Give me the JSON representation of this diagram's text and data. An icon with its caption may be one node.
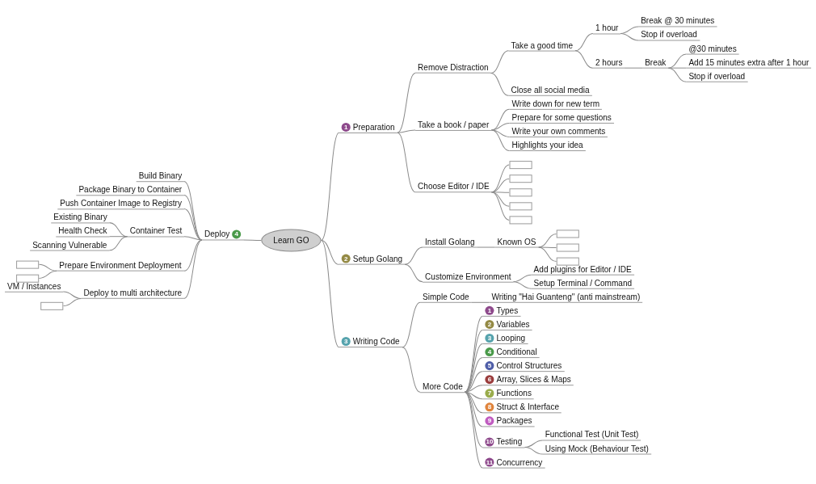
{
  "diagram": {
    "nodes": [
      {
        "text": [
          "Learn GO"
        ]
      },
      {
        "text": [
          "1",
          "Preparation"
        ]
      },
      {
        "text": [
          "Remove Distraction"
        ]
      },
      {
        "text": [
          "Take a good time"
        ]
      },
      {
        "text": [
          "1 hour"
        ]
      },
      {
        "text": [
          "Break @ 30 minutes"
        ]
      },
      {
        "text": [
          "Stop if overload"
        ]
      },
      {
        "text": [
          "2 hours"
        ]
      },
      {
        "text": [
          "Break"
        ]
      },
      {
        "text": [
          "@30 minutes"
        ]
      },
      {
        "text": [
          "Add 15 minutes extra after 1 hour"
        ]
      },
      {
        "text": [
          "Stop if overload"
        ]
      },
      {
        "text": [
          "Close all social media"
        ]
      },
      {
        "text": [
          "Take a book / paper"
        ]
      },
      {
        "text": [
          "Write down for new term"
        ]
      },
      {
        "text": [
          "Prepare for some questions"
        ]
      },
      {
        "text": [
          "Write your own comments"
        ]
      },
      {
        "text": [
          "Highlights your idea"
        ]
      },
      {
        "text": [
          "Choose Editor / IDE"
        ]
      },
      {
        "text": [],
        "shape": "box"
      },
      {
        "text": [],
        "shape": "box"
      },
      {
        "text": [],
        "shape": "box"
      },
      {
        "text": [],
        "shape": "box"
      },
      {
        "text": [],
        "shape": "box"
      },
      {
        "text": [
          "2",
          "Setup Golang"
        ]
      },
      {
        "text": [
          "Install Golang"
        ]
      },
      {
        "text": [
          "Known OS"
        ]
      },
      {
        "text": [],
        "shape": "box"
      },
      {
        "text": [],
        "shape": "box"
      },
      {
        "text": [],
        "shape": "box"
      },
      {
        "text": [
          "Customize Environment"
        ]
      },
      {
        "text": [
          "Add plugins for Editor / IDE"
        ]
      },
      {
        "text": [
          "Setup Terminal / Command"
        ]
      },
      {
        "text": [
          "3",
          "Writing Code"
        ]
      },
      {
        "text": [
          "Simple Code"
        ]
      },
      {
        "text": [
          "Writing \"Hai Guanteng\" (anti mainstream)"
        ]
      },
      {
        "text": [
          "More Code"
        ]
      },
      {
        "text": [
          "1",
          "Types"
        ]
      },
      {
        "text": [
          "2",
          "Variables"
        ]
      },
      {
        "text": [
          "3",
          "Looping"
        ]
      },
      {
        "text": [
          "4",
          "Conditional"
        ]
      },
      {
        "text": [
          "5",
          "Control Structures"
        ]
      },
      {
        "text": [
          "6",
          "Array, Slices & Maps"
        ]
      },
      {
        "text": [
          "7",
          "Functions"
        ]
      },
      {
        "text": [
          "8",
          "Struct & Interface"
        ]
      },
      {
        "text": [
          "9",
          "Packages"
        ]
      },
      {
        "text": [
          "10",
          "Testing"
        ]
      },
      {
        "text": [
          "Functional Test (Unit Test)"
        ]
      },
      {
        "text": [
          "Using Mock (Behaviour Test)"
        ]
      },
      {
        "text": [
          "11",
          "Concurrency"
        ]
      },
      {
        "text": [
          "Deploy",
          "4"
        ]
      },
      {
        "text": [
          "Build Binary"
        ]
      },
      {
        "text": [
          "Package Binary to Container"
        ]
      },
      {
        "text": [
          "Push Container Image to Registry"
        ]
      },
      {
        "text": [
          "Container Test"
        ]
      },
      {
        "text": [
          "Existing Binary"
        ]
      },
      {
        "text": [
          "Health Check"
        ]
      },
      {
        "text": [
          "Scanning Vulnerable"
        ]
      },
      {
        "text": [
          "Prepare Environment Deployment"
        ]
      },
      {
        "text": [],
        "shape": "box"
      },
      {
        "text": [],
        "shape": "box"
      },
      {
        "text": [
          "Deploy to multi architecture"
        ]
      },
      {
        "text": [
          "VM / Instances"
        ]
      },
      {
        "text": [],
        "shape": "box"
      }
    ],
    "edges": [
      {
        "from": 0,
        "to": 1,
        "arrow": "none"
      },
      {
        "from": 1,
        "to": 2,
        "arrow": "none"
      },
      {
        "from": 2,
        "to": 3,
        "arrow": "none"
      },
      {
        "from": 3,
        "to": 4,
        "arrow": "none"
      },
      {
        "from": 4,
        "to": 5,
        "arrow": "none"
      },
      {
        "from": 4,
        "to": 6,
        "arrow": "none"
      },
      {
        "from": 3,
        "to": 7,
        "arrow": "none"
      },
      {
        "from": 7,
        "to": 8,
        "arrow": "none"
      },
      {
        "from": 8,
        "to": 9,
        "arrow": "none"
      },
      {
        "from": 8,
        "to": 10,
        "arrow": "none"
      },
      {
        "from": 8,
        "to": 11,
        "arrow": "none"
      },
      {
        "from": 2,
        "to": 12,
        "arrow": "none"
      },
      {
        "from": 1,
        "to": 13,
        "arrow": "none"
      },
      {
        "from": 13,
        "to": 14,
        "arrow": "none"
      },
      {
        "from": 13,
        "to": 15,
        "arrow": "none"
      },
      {
        "from": 13,
        "to": 16,
        "arrow": "none"
      },
      {
        "from": 13,
        "to": 17,
        "arrow": "none"
      },
      {
        "from": 1,
        "to": 18,
        "arrow": "none"
      },
      {
        "from": 18,
        "to": 19,
        "arrow": "none"
      },
      {
        "from": 18,
        "to": 20,
        "arrow": "none"
      },
      {
        "from": 18,
        "to": 21,
        "arrow": "none"
      },
      {
        "from": 18,
        "to": 22,
        "arrow": "none"
      },
      {
        "from": 18,
        "to": 23,
        "arrow": "none"
      },
      {
        "from": 0,
        "to": 24,
        "arrow": "none"
      },
      {
        "from": 24,
        "to": 25,
        "arrow": "none"
      },
      {
        "from": 25,
        "to": 26,
        "arrow": "none"
      },
      {
        "from": 26,
        "to": 27,
        "arrow": "none"
      },
      {
        "from": 26,
        "to": 28,
        "arrow": "none"
      },
      {
        "from": 26,
        "to": 29,
        "arrow": "none"
      },
      {
        "from": 24,
        "to": 30,
        "arrow": "none"
      },
      {
        "from": 30,
        "to": 31,
        "arrow": "none"
      },
      {
        "from": 30,
        "to": 32,
        "arrow": "none"
      },
      {
        "from": 0,
        "to": 33,
        "arrow": "none"
      },
      {
        "from": 33,
        "to": 34,
        "arrow": "none"
      },
      {
        "from": 34,
        "to": 35,
        "arrow": "none"
      },
      {
        "from": 33,
        "to": 36,
        "arrow": "none"
      },
      {
        "from": 36,
        "to": 37,
        "arrow": "none"
      },
      {
        "from": 36,
        "to": 38,
        "arrow": "none"
      },
      {
        "from": 36,
        "to": 39,
        "arrow": "none"
      },
      {
        "from": 36,
        "to": 40,
        "arrow": "none"
      },
      {
        "from": 36,
        "to": 41,
        "arrow": "none"
      },
      {
        "from": 36,
        "to": 42,
        "arrow": "none"
      },
      {
        "from": 36,
        "to": 43,
        "arrow": "none"
      },
      {
        "from": 36,
        "to": 44,
        "arrow": "none"
      },
      {
        "from": 36,
        "to": 45,
        "arrow": "none"
      },
      {
        "from": 36,
        "to": 46,
        "arrow": "none"
      },
      {
        "from": 46,
        "to": 47,
        "arrow": "none"
      },
      {
        "from": 46,
        "to": 48,
        "arrow": "none"
      },
      {
        "from": 36,
        "to": 49,
        "arrow": "none"
      },
      {
        "from": 50,
        "to": 0,
        "arrow": "none"
      },
      {
        "from": 51,
        "to": 50,
        "arrow": "none"
      },
      {
        "from": 52,
        "to": 50,
        "arrow": "none"
      },
      {
        "from": 53,
        "to": 50,
        "arrow": "none"
      },
      {
        "from": 54,
        "to": 50,
        "arrow": "none"
      },
      {
        "from": 55,
        "to": 54,
        "arrow": "none"
      },
      {
        "from": 56,
        "to": 54,
        "arrow": "none"
      },
      {
        "from": 57,
        "to": 54,
        "arrow": "none"
      },
      {
        "from": 58,
        "to": 50,
        "arrow": "none"
      },
      {
        "from": 59,
        "to": 58,
        "arrow": "none"
      },
      {
        "from": 60,
        "to": 58,
        "arrow": "none"
      },
      {
        "from": 61,
        "to": 50,
        "arrow": "none"
      },
      {
        "from": 62,
        "to": 61,
        "arrow": "none"
      },
      {
        "from": 63,
        "to": 61,
        "arrow": "none"
      }
    ]
  }
}
